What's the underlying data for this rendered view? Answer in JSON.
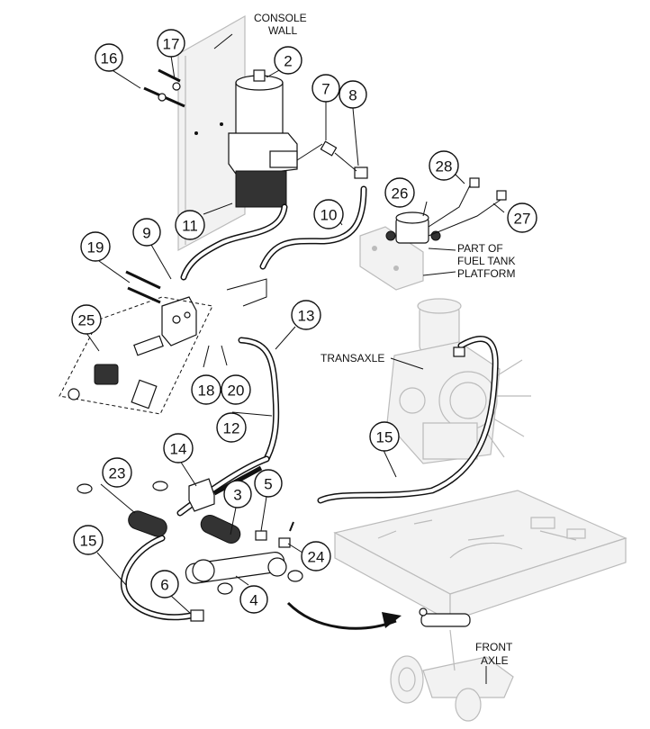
{
  "labels": {
    "console_wall_line1": "CONSOLE",
    "console_wall_line2": "WALL",
    "fuel_tank_line1": "PART OF",
    "fuel_tank_line2": "FUEL TANK",
    "fuel_tank_line3": "PLATFORM",
    "transaxle": "TRANSAXLE",
    "front_axle_line1": "FRONT",
    "front_axle_line2": "AXLE"
  },
  "callouts": {
    "c2": "2",
    "c3": "3",
    "c4": "4",
    "c5": "5",
    "c6": "6",
    "c7": "7",
    "c8": "8",
    "c9": "9",
    "c10": "10",
    "c11": "11",
    "c12": "12",
    "c13": "13",
    "c14": "14",
    "c15a": "15",
    "c15b": "15",
    "c16": "16",
    "c17": "17",
    "c18": "18",
    "c19": "19",
    "c20": "20",
    "c23": "23",
    "c24": "24",
    "c25": "25",
    "c26": "26",
    "c27": "27",
    "c28": "28"
  }
}
